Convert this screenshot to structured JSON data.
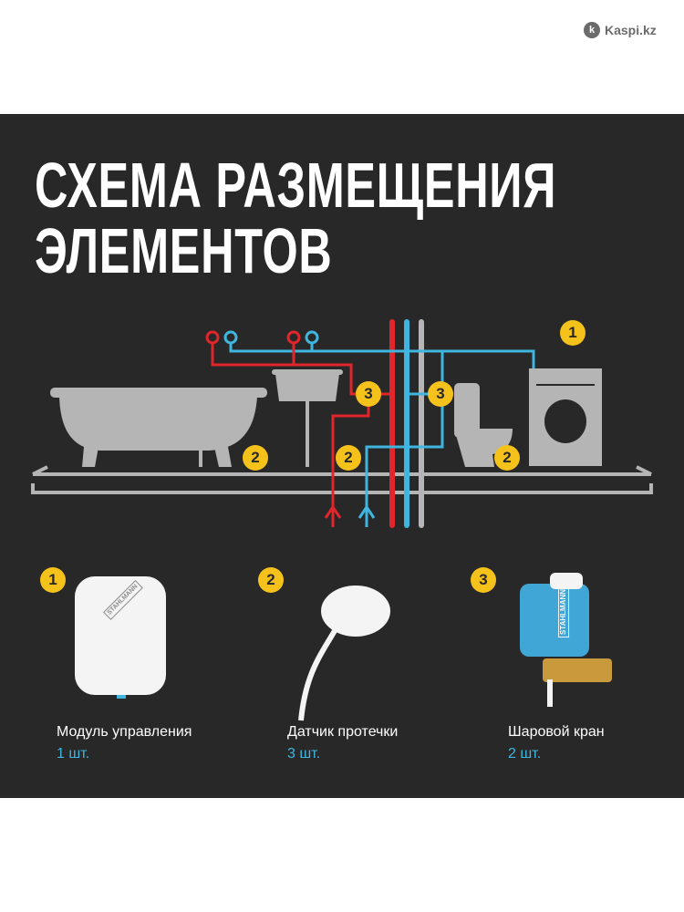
{
  "watermark": "Kaspi.kz",
  "title": [
    "СХЕМА РАЗМЕЩЕНИЯ",
    "ЭЛЕМЕНТОВ"
  ],
  "diagram_badges": {
    "module": "1",
    "sensor": "2",
    "valve": "3"
  },
  "products": [
    {
      "number": "1",
      "name": "Модуль управления",
      "qty": "1 шт.",
      "brand": "STAHLMANN"
    },
    {
      "number": "2",
      "name": "Датчик протечки",
      "qty": "3 шт."
    },
    {
      "number": "3",
      "name": "Шаровой кран",
      "qty": "2 шт.",
      "brand": "STAHLMANN"
    }
  ],
  "colors": {
    "hot": "#e0262b",
    "cold": "#3fb6e0",
    "fixture": "#b5b5b5",
    "badge": "#f5c21b",
    "bg": "#282828"
  }
}
